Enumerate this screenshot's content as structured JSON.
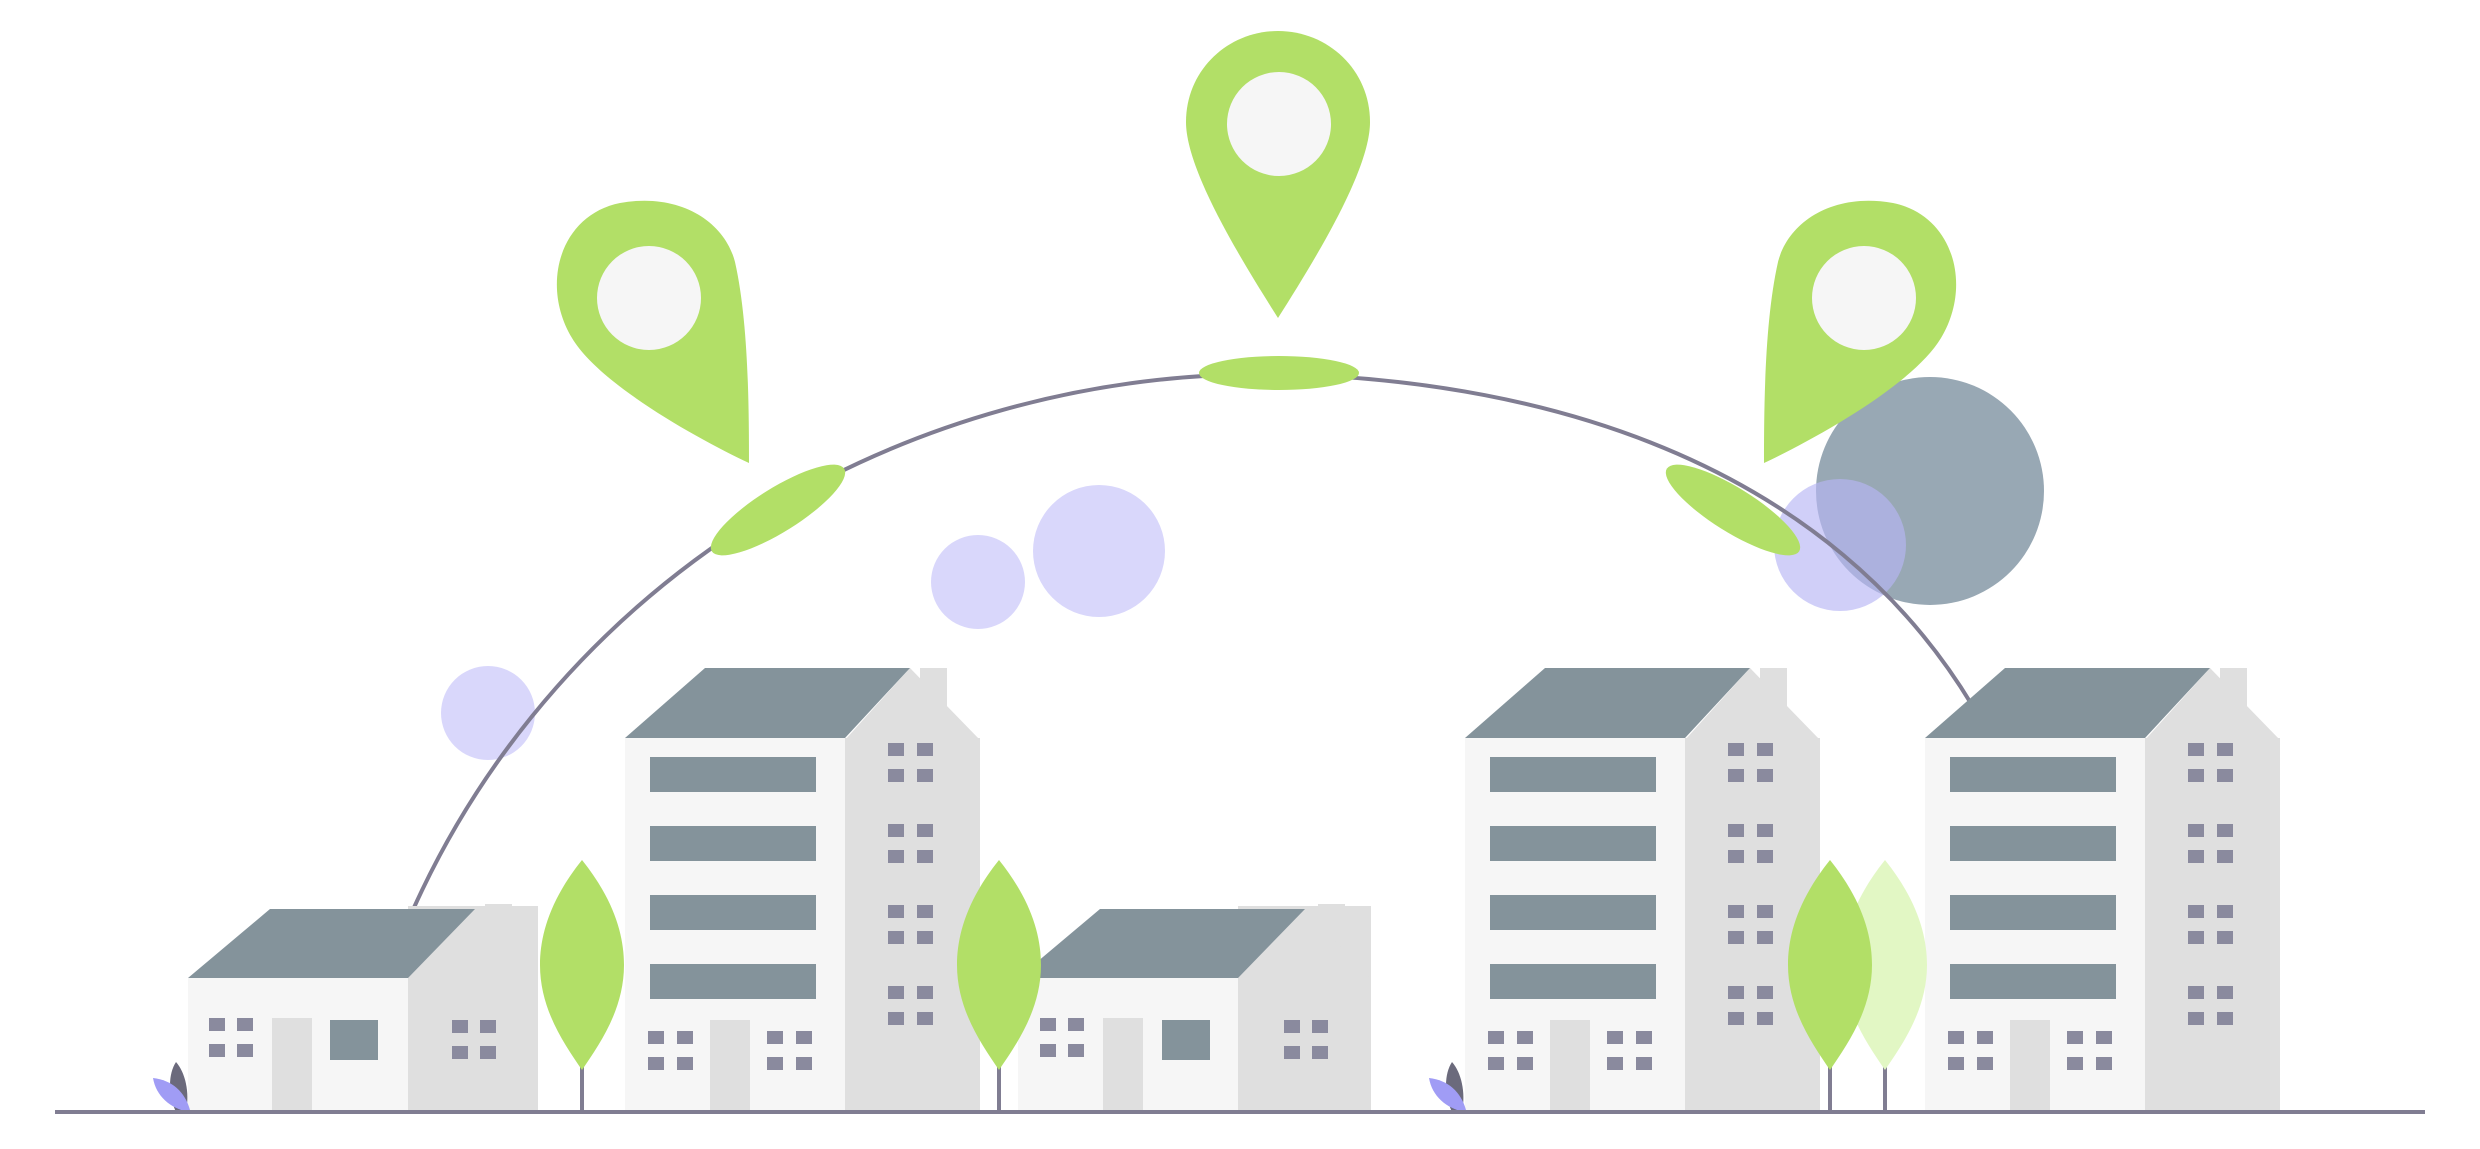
{
  "illustration": {
    "subject": "city-locations",
    "colors": {
      "background": "#ffffff",
      "ground_line": "#807d92",
      "arc_line": "#807d92",
      "pin_green": "#b2df67",
      "pin_inner": "#f6f6f6",
      "wall_light": "#f6f6f6",
      "wall_shade": "#dfdfdf",
      "roof": "#84939b",
      "window": "#84939b",
      "window_small": "#8a8a9e",
      "tree_green": "#b2df67",
      "tree_green_light": "#e2f7c4",
      "trunk": "#807d92",
      "bubble_lavender": "#d9d7fb",
      "bubble_slate": "#98a8b4",
      "leaf_purple": "#a09cf5",
      "leaf_dark": "#6b6a7c"
    },
    "location_pins": [
      {
        "name": "left"
      },
      {
        "name": "center"
      },
      {
        "name": "right"
      }
    ],
    "buildings": [
      {
        "name": "house-left",
        "type": "house"
      },
      {
        "name": "tower-left",
        "type": "tower"
      },
      {
        "name": "house-middle",
        "type": "house"
      },
      {
        "name": "tower-middle",
        "type": "tower"
      },
      {
        "name": "tower-right",
        "type": "tower"
      }
    ],
    "trees": [
      {
        "name": "tree-1"
      },
      {
        "name": "tree-2"
      },
      {
        "name": "tree-3"
      },
      {
        "name": "tree-4-light"
      }
    ],
    "bubbles": [
      {
        "name": "bubble-left"
      },
      {
        "name": "bubble-mid-small"
      },
      {
        "name": "bubble-mid-large"
      },
      {
        "name": "bubble-right-slate"
      },
      {
        "name": "bubble-right-lavender"
      }
    ]
  }
}
